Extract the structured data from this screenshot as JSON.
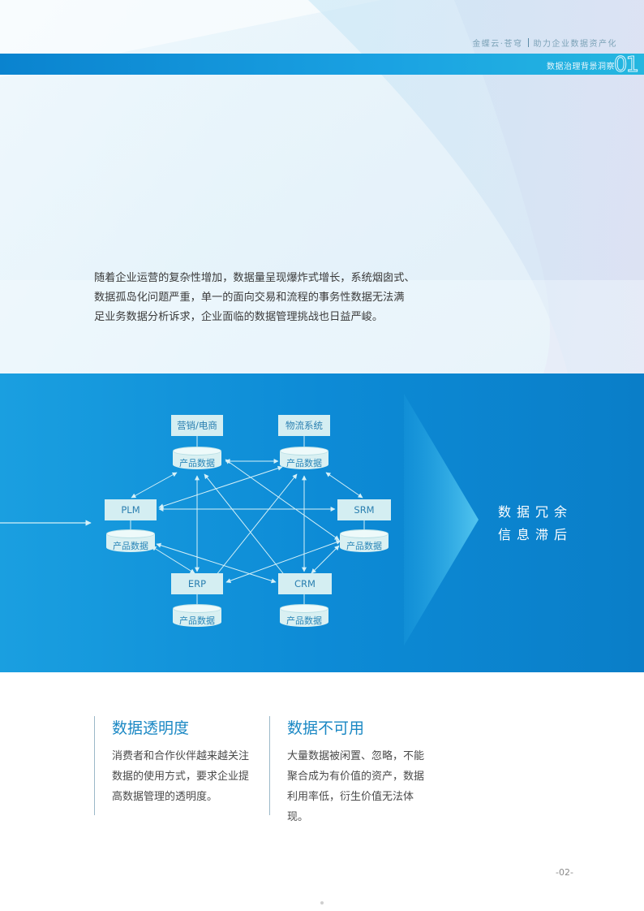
{
  "header": {
    "brand": "金蝶云·苍穹",
    "tagline": "助力企业数据资产化",
    "section_label": "数据治理背景洞察",
    "section_number": "01"
  },
  "intro": {
    "line1": "随着企业运营的复杂性增加，数据量呈现爆炸式增长，系统烟囱式、",
    "line2": "数据孤岛化问题严重，单一的面向交易和流程的事务性数据无法满",
    "line3": "足业务数据分析诉求，企业面临的数据管理挑战也日益严峻。"
  },
  "diagram": {
    "systems": {
      "marketing": "营销/电商",
      "logistics": "物流系统",
      "plm": "PLM",
      "srm": "SRM",
      "erp": "ERP",
      "crm": "CRM"
    },
    "db_label": "产品数据",
    "callout_line1": "数据冗余",
    "callout_line2": "信息滞后"
  },
  "cards": [
    {
      "title": "数据透明度",
      "body": "消费者和合作伙伴越来越关注数据的使用方式，要求企业提高数据管理的透明度。"
    },
    {
      "title": "数据不可用",
      "body": "大量数据被闲置、忽略，不能聚合成为有价值的资产，数据利用率低，衍生价值无法体现。"
    }
  ],
  "footer": {
    "page": "-02-"
  },
  "colors": {
    "accent": "#1b88c4",
    "band": "#0d8bd6",
    "box": "#d4eef2"
  }
}
